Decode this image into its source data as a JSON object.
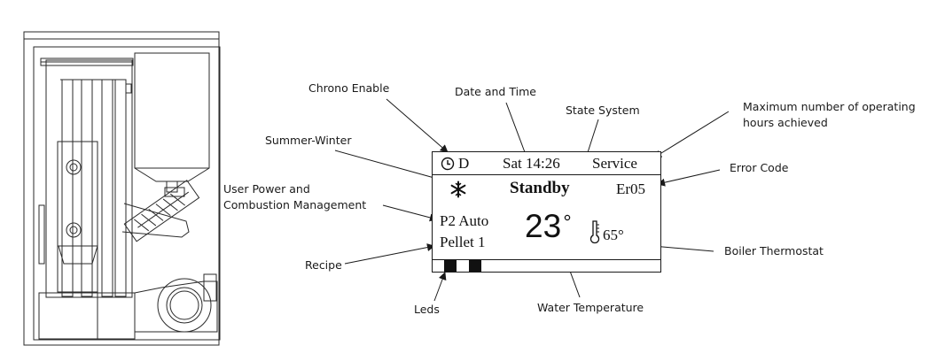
{
  "callouts": {
    "chrono_enable": "Chrono Enable",
    "date_and_time": "Date and Time",
    "state_system": "State System",
    "max_hours_line1": "Maximum number of operating",
    "max_hours_line2": "hours achieved",
    "summer_winter": "Summer-Winter",
    "error_code": "Error Code",
    "user_power_line1": "User Power and",
    "user_power_line2": "Combustion Management",
    "boiler_thermostat": "Boiler Thermostat",
    "recipe": "Recipe",
    "leds": "Leds",
    "water_temperature": "Water Temperature"
  },
  "display": {
    "chrono_icon": "clock-icon",
    "chrono_letter": "D",
    "date_time": "Sat 14:26",
    "service": "Service",
    "season_icon": "snowflake-icon",
    "state": "Standby",
    "error": "Er05",
    "power": "P2 Auto",
    "recipe": "Pellet  1",
    "water_temp": "23",
    "thermostat_icon": "thermometer-icon",
    "boiler_temp": "65°",
    "led_count_lit": 2
  },
  "colors": {
    "line": "#1a1a1a",
    "background": "#ffffff"
  }
}
